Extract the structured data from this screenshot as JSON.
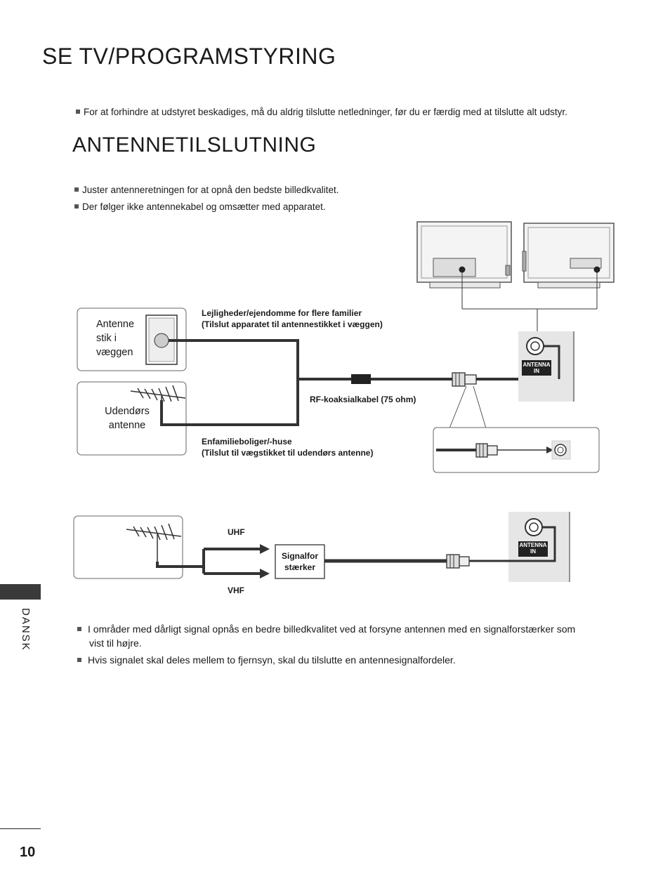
{
  "page_title": "SE TV/PROGRAMSTYRING",
  "warning": "For at forhindre at udstyret beskadiges, må du aldrig tilslutte netledninger, før du er færdig med at tilslutte alt udstyr.",
  "section_title": "ANTENNETILSLUTNING",
  "intro_bullets": [
    "Juster antenneretningen for at opnå den bedste billedkvalitet.",
    "Der følger ikke antennekabel og omsætter med apparatet."
  ],
  "diagram1": {
    "wall_socket_label": [
      "Antenne",
      "stik i",
      "væggen"
    ],
    "outdoor_antenna_label": [
      "Udendørs",
      "antenne"
    ],
    "apartments_label": [
      "Lejligheder/ejendomme for flere familier",
      "(Tilslut apparatet til antennestikket i væggen)"
    ],
    "houses_label": [
      "Enfamilieboliger/-huse",
      "(Tilslut til vægstikket til udendørs antenne)"
    ],
    "cable_label": "RF-koaksialkabel (75 ohm)",
    "port_label": [
      "ANTENNA",
      "IN"
    ]
  },
  "diagram2": {
    "uhf_label": "UHF",
    "vhf_label": "VHF",
    "amplifier_label": [
      "Signalfor",
      "stærker"
    ],
    "port_label": [
      "ANTENNA",
      "IN"
    ]
  },
  "bottom_bullets": [
    [
      "I områder med dårligt signal opnås en bedre billedkvalitet ved at forsyne antennen med en signalforstærker som",
      "vist til højre."
    ],
    [
      "Hvis signalet skal deles mellem to fjernsyn, skal du tilslutte en antennesignalfordeler."
    ]
  ],
  "sidebar_language": "DANSK",
  "page_number": "10",
  "colors": {
    "text": "#1a1a1a",
    "cable": "#333333",
    "panel": "#e6e6e6",
    "tab": "#3a3a3a"
  }
}
